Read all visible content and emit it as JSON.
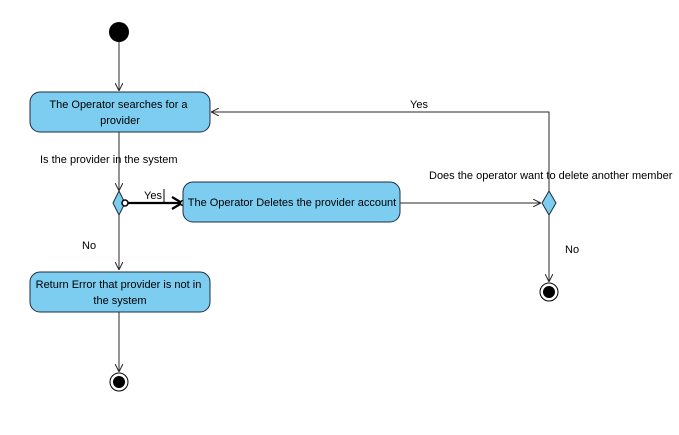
{
  "colors": {
    "action_fill": "#7dcdf1",
    "action_stroke": "#1c2c40",
    "line": "#2a2a2a",
    "node_fill": "#000000",
    "background": "#ffffff"
  },
  "actions": {
    "search": [
      "The Operator searches for a",
      "provider"
    ],
    "delete": [
      "The Operator Deletes the provider account"
    ],
    "error": [
      "Return Error that provider is not in",
      "the system"
    ]
  },
  "labels": {
    "is_in_system": "Is the provider in the system",
    "yes_delete": "Yes",
    "no_error": "No",
    "delete_another": "Does the operator want to delete another member",
    "yes_loop": "Yes",
    "no_end": "No"
  }
}
